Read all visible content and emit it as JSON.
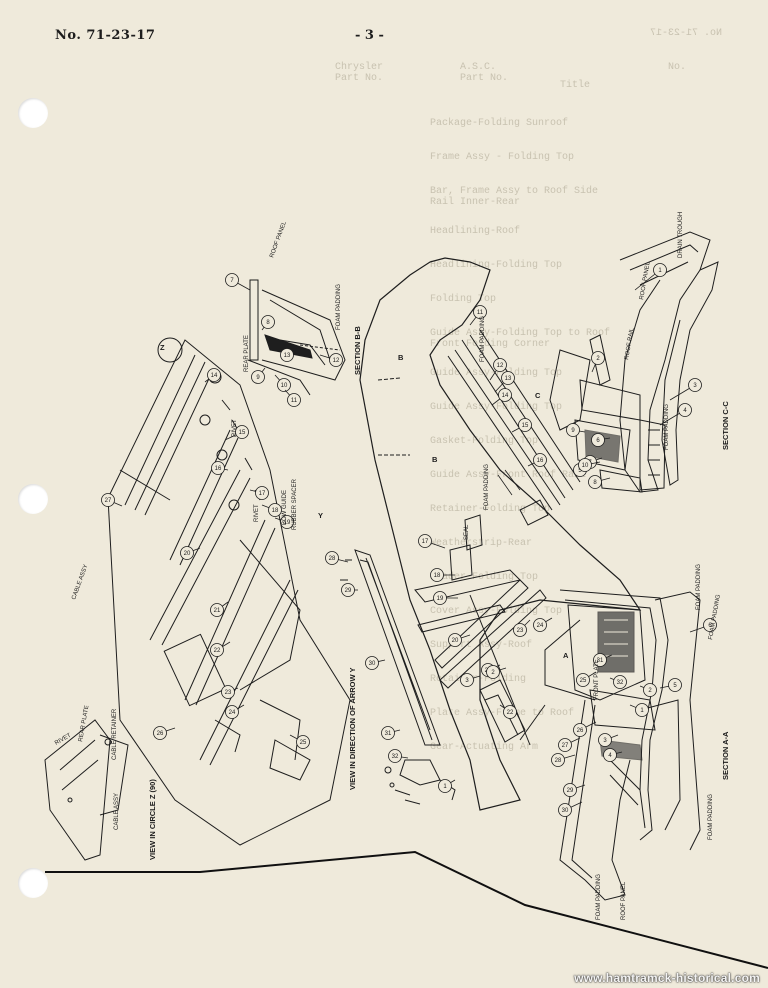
{
  "header": {
    "doc_number": "No. 71-23-17",
    "page_number": "- 3 -"
  },
  "bleed": {
    "col_no": "No.",
    "col_title": "Title",
    "col_asc": "A.S.C.\nPart No.",
    "col_chrysler": "Chrysler\nPart No.",
    "rows": [
      "Package-Folding Sunroof",
      "Frame Assy - Folding Top",
      "Bar, Frame Assy to Roof Side\nRail Inner-Rear",
      "Headlining-Roof",
      "Headlining-Folding Top",
      "Folding Top",
      "Guide Assy-Folding Top to Roof\nFront Folding Corner",
      "Guide Assy-Folding Top",
      "Guide Assy-Folding Top",
      "Gasket-Folding Top",
      "Guide Assy-Front Roof Rail",
      "Retainer-Folding Top",
      "Weatherstrip-Rear",
      "Header-Folding Top",
      "Cover Assy-Folding Top",
      "Support Assy-Roof",
      "Retainer-Folding",
      "Plate Assy-Frame to Roof",
      "Gear-Actuating Arm"
    ]
  },
  "labels": {
    "drain_trough": "DRAIN TROUGH",
    "roof_panel": "ROOF PANEL",
    "roof_rail": "ROOF RAIL",
    "foam_padding": "FOAM PADDING",
    "section_cc": "SECTION C-C",
    "section_aa": "SECTION A-A",
    "section_bb": "SECTION B-B",
    "seal": "SEAL",
    "front_plate": "FRONT PLATE",
    "rear_plate": "REAR PLATE",
    "cable_assy": "CABLE ASSY",
    "cable_retainer": "CABLE RETAINER",
    "rivet": "RIVET",
    "bow_guide": "BOW GUIDE",
    "rubber_spacer": "RUBBER SPACER",
    "view_circle_z": "VIEW IN CIRCLE Z (90)",
    "view_arrow_y": "VIEW IN DIRECTION OF ARROW Y",
    "letter_a": "A",
    "letter_b": "B",
    "letter_c": "C",
    "letter_z": "Z",
    "letter_y": "Y"
  },
  "callouts": [
    "1",
    "2",
    "3",
    "4",
    "5",
    "6",
    "7",
    "8",
    "9",
    "10",
    "11",
    "12",
    "13",
    "14",
    "15",
    "16",
    "17",
    "18",
    "19",
    "20",
    "21",
    "22",
    "23",
    "24",
    "25",
    "26",
    "27",
    "28",
    "29",
    "30",
    "31",
    "32"
  ],
  "watermark": "www.hamtramck-historical.com"
}
